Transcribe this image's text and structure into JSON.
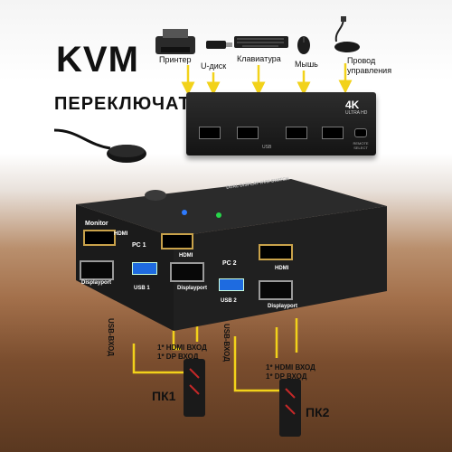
{
  "headline": {
    "line1": "KVM",
    "line2": "ПЕРЕКЛЮЧАТЕЛЬ"
  },
  "peripherals": {
    "printer": "Принтер",
    "usb_drive": "U-диск",
    "keyboard": "Клавиатура",
    "mouse": "Мышь",
    "control_wire_line1": "Провод",
    "control_wire_line2": "управления"
  },
  "back_panel": {
    "badge_main": "4K",
    "badge_sub": "ULTRA HD",
    "usb_label": "USB",
    "port_label": "REMOTE SELECT"
  },
  "front_panel": {
    "top_label": "DUAL DISPLAY KVM SWITCH",
    "monitor": "Monitor",
    "hdmi": "HDMI",
    "displayport": "Displayport",
    "pc1": "PC 1",
    "pc2": "PC 2",
    "usb1": "USB 1",
    "usb2": "USB 2"
  },
  "callouts": {
    "usb_input": "USB-ВХОД",
    "hdmi_input": "1* HDMI ВХОД",
    "dp_input": "1* DP ВХОД",
    "pc1": "ПК1",
    "pc2": "ПК2"
  },
  "colors": {
    "arrow": "#f2d21a",
    "device": "#1c1c1c",
    "port_blue": "#1e6be0",
    "hdmi_gold": "#c9a24a"
  }
}
